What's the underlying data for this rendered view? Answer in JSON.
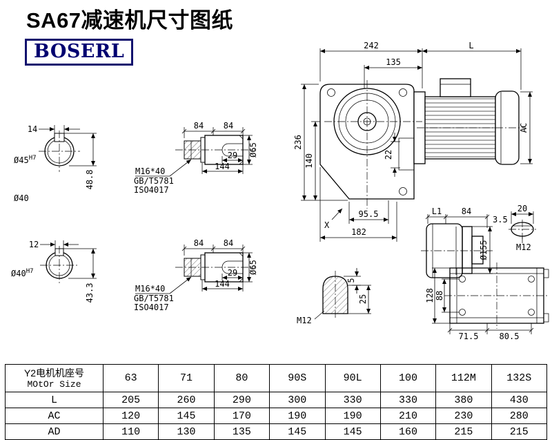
{
  "page": {
    "title": "SA67减速机尺寸图纸",
    "logo": "BOSERL"
  },
  "drawing": {
    "shaft_end_top": {
      "keyway_width": "14",
      "bore": "Ø45",
      "tolerance": "H7",
      "keyway_depth": "48.8",
      "shaft_dia": "Ø40"
    },
    "shaft_end_bottom": {
      "keyway_width": "12",
      "bore": "Ø40",
      "tolerance": "H7",
      "keyway_depth": "43.3"
    },
    "shaft_top": {
      "seg_a": "84",
      "seg_b": "84",
      "key_length": "29",
      "shaft_length": "144",
      "hub_dia": "Ø65",
      "bolt": "M16*40",
      "standard_gb": "GB/T5781",
      "standard_iso": "ISO4017"
    },
    "shaft_bottom": {
      "seg_a": "84",
      "seg_b": "84",
      "key_length": "29",
      "shaft_length": "144",
      "hub_dia": "Ø65",
      "bolt": "M16*40",
      "standard_gb": "GB/T5781",
      "standard_iso": "ISO4017"
    },
    "front_view": {
      "overall_width": "242",
      "motor_length": "L",
      "flange_offset": "135",
      "overall_height": "236",
      "axis_height": "140",
      "hub_width": "22",
      "motor_dia": "AC",
      "foot_a": "95.5",
      "foot_b": "182",
      "point_label": "X"
    },
    "side_view": {
      "dim_l1": "L1",
      "dim_84": "84",
      "dim_3_5": "3.5",
      "key_width": "20",
      "flange_dia": "Ø155",
      "thread": "M12"
    },
    "key_section": {
      "key_depth": "5",
      "key_height": "25",
      "thread": "M12"
    },
    "base_view": {
      "height": "128",
      "hole_spacing": "88",
      "pitch_a": "71.5",
      "pitch_b": "80.5"
    }
  },
  "table": {
    "header": {
      "label_cn": "Y2电机机座号",
      "label_en": "MOtOr Size",
      "sizes": [
        "63",
        "71",
        "80",
        "90S",
        "90L",
        "100",
        "112M",
        "132S"
      ]
    },
    "rows": [
      {
        "label": "L",
        "values": [
          "205",
          "260",
          "290",
          "300",
          "330",
          "330",
          "380",
          "430"
        ]
      },
      {
        "label": "AC",
        "values": [
          "120",
          "145",
          "170",
          "190",
          "190",
          "210",
          "230",
          "280"
        ]
      },
      {
        "label": "AD",
        "values": [
          "110",
          "130",
          "135",
          "145",
          "145",
          "160",
          "215",
          "215"
        ]
      }
    ]
  }
}
